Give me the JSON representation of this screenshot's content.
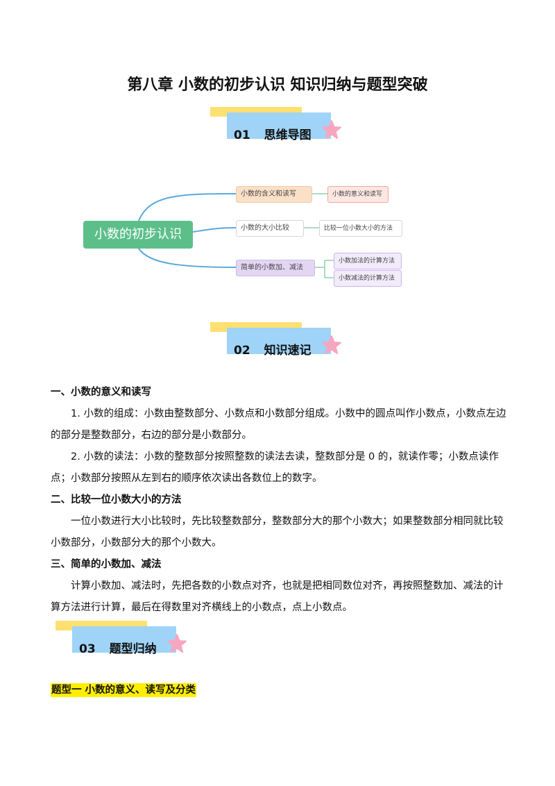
{
  "title": "第八章  小数的初步认识  知识归纳与题型突破",
  "sections": [
    {
      "num": "01",
      "label": "思维导图"
    },
    {
      "num": "02",
      "label": "知识速记"
    },
    {
      "num": "03",
      "label": "题型归纳"
    }
  ],
  "mindmap": {
    "root": "小数的初步认识",
    "branches": [
      {
        "label": "小数的含义和读写",
        "leaves": [
          "小数的意义和读写"
        ]
      },
      {
        "label": "小数的大小比较",
        "leaves": [
          "比较一位小数大小的方法"
        ]
      },
      {
        "label": "简单的小数加、减法",
        "leaves": [
          "小数加法的计算方法",
          "小数减法的计算方法"
        ]
      }
    ],
    "colors": {
      "root": "#5cbf8a",
      "line_green": "#8fd0ad",
      "line_blue": "#58a9d8"
    }
  },
  "notes": {
    "h1": "一、小数的意义和读写",
    "p1": "1. 小数的组成：小数由整数部分、小数点和小数部分组成。小数中的圆点叫作小数点，小数点左边的部分是整数部分，右边的部分是小数部分。",
    "p2": "2. 小数的读法：小数的整数部分按照整数的读法去读，整数部分是 0 的，就读作零；小数点读作点；小数部分按照从左到右的顺序依次读出各数位上的数字。",
    "h2": "二、比较一位小数大小的方法",
    "p3": "一位小数进行大小比较时，先比较整数部分，整数部分大的那个小数大；如果整数部分相同就比较小数部分，小数部分大的那个小数大。",
    "h3": "三、简单的小数加、减法",
    "p4": "计算小数加、减法时，先把各数的小数点对齐，也就是把相同数位对齐，再按照整数加、减法的计算方法进行计算，最后在得数里对齐横线上的小数点，点上小数点。"
  },
  "type1": "题型一    小数的意义、读写及分类",
  "colors": {
    "banner_yellow": "#fde06f",
    "banner_blue": "#9fd3f7",
    "star_pink": "#f7a6c0",
    "highlight": "#ffee00"
  }
}
